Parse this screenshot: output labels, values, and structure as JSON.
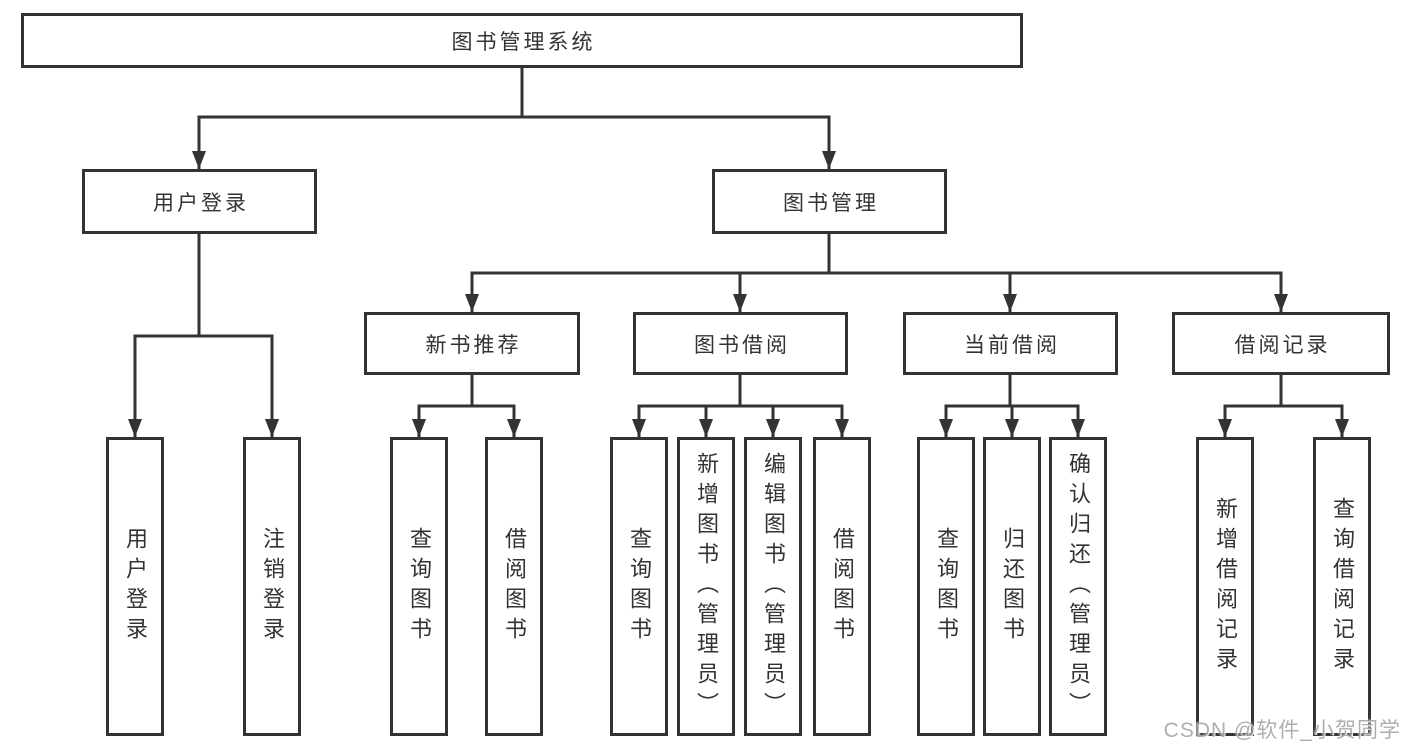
{
  "diagram": {
    "root": {
      "label": "图书管理系统"
    },
    "level2": [
      {
        "label": "用户登录"
      },
      {
        "label": "图书管理"
      }
    ],
    "level3": [
      {
        "label": "新书推荐"
      },
      {
        "label": "图书借阅"
      },
      {
        "label": "当前借阅"
      },
      {
        "label": "借阅记录"
      }
    ],
    "leaves": [
      {
        "label": "用户登录"
      },
      {
        "label": "注销登录"
      },
      {
        "label": "查询图书"
      },
      {
        "label": "借阅图书"
      },
      {
        "label": "查询图书"
      },
      {
        "label": "新增图书（管理员）"
      },
      {
        "label": "编辑图书（管理员）"
      },
      {
        "label": "借阅图书"
      },
      {
        "label": "查询图书"
      },
      {
        "label": "归还图书"
      },
      {
        "label": "确认归还（管理员）"
      },
      {
        "label": "新增借阅记录"
      },
      {
        "label": "查询借阅记录"
      }
    ]
  },
  "watermark": {
    "text": "CSDN @软件_小贺同学"
  },
  "colors": {
    "line": "#333333",
    "text": "#333333",
    "background": "#ffffff",
    "watermark": "#a6a6a6"
  }
}
